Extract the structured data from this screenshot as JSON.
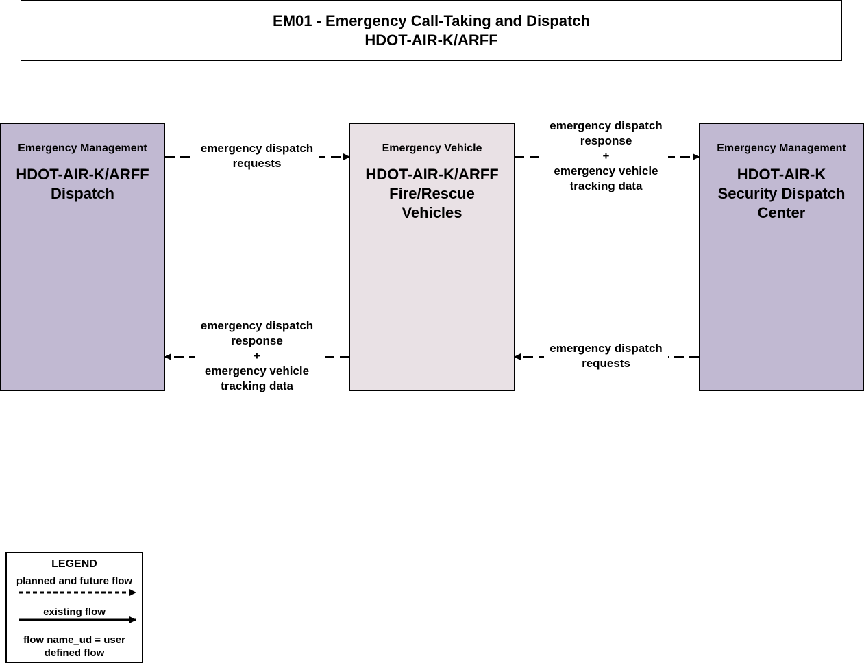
{
  "title": {
    "line1": "EM01 - Emergency Call-Taking and Dispatch",
    "line2": "HDOT-AIR-K/ARFF"
  },
  "nodes": [
    {
      "category": "Emergency Management",
      "name": "HDOT-AIR-K/ARFF\nDispatch",
      "color": "#c1b9d2"
    },
    {
      "category": "Emergency Vehicle",
      "name": "HDOT-AIR-K/ARFF\nFire/Rescue\nVehicles",
      "color": "#e9e1e5"
    },
    {
      "category": "Emergency Management",
      "name": "HDOT-AIR-K\nSecurity Dispatch\nCenter",
      "color": "#c1b9d2"
    }
  ],
  "flows": {
    "a_to_b": {
      "line1": "emergency dispatch",
      "line2": "requests"
    },
    "b_to_c": {
      "line1": "emergency dispatch",
      "line2": "response",
      "plus": "+",
      "line3": "emergency vehicle",
      "line4": "tracking data"
    },
    "b_to_a": {
      "line1": "emergency dispatch",
      "line2": "response",
      "plus": "+",
      "line3": "emergency vehicle",
      "line4": "tracking data"
    },
    "c_to_b": {
      "line1": "emergency dispatch",
      "line2": "requests"
    }
  },
  "legend": {
    "title": "LEGEND",
    "planned": "planned and future flow",
    "existing": "existing flow",
    "user_defined": "flow name_ud = user defined flow"
  }
}
